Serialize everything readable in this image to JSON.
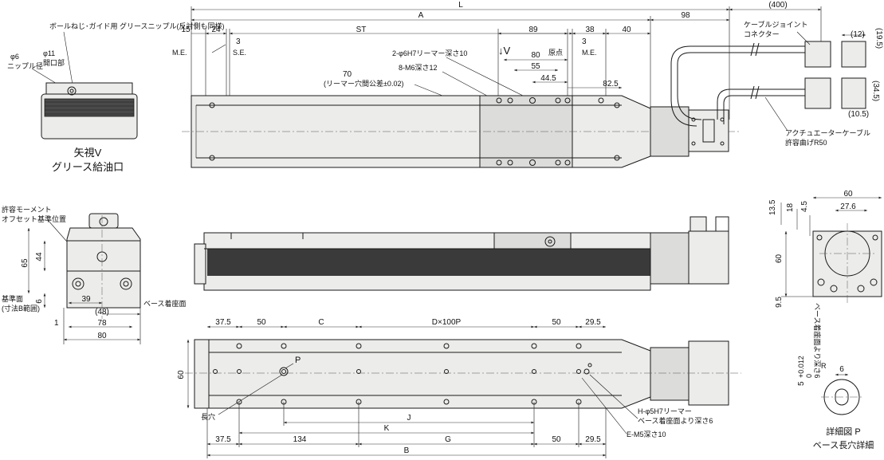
{
  "section_v": {
    "grease_label": "ボールねじ･ガイド用 グリースニップル(反対側も同様)",
    "phi6": "φ6",
    "nipple_dia": "ニップル径",
    "phi11": "φ11",
    "opening": "開口部",
    "title1": "矢視V",
    "title2": "グリース給油口"
  },
  "top_view": {
    "L": "L",
    "A": "A",
    "ST": "ST",
    "d15": "15",
    "d24": "24",
    "d3a": "3",
    "d89": "89",
    "d3b": "3",
    "d38": "38",
    "d40": "40",
    "d98": "98",
    "d400": "(400)",
    "ME1": "M.E.",
    "SE": "S.E.",
    "ME2": "M.E.",
    "origin": "原点",
    "arrowV": "↓V",
    "hole1": "2-φ6H7リーマー深さ10",
    "hole2": "8-M6深さ12",
    "d80": "80",
    "d55": "55",
    "d44_5": "44.5",
    "d82_5": "82.5",
    "reamer_tol1": "70",
    "reamer_tol2": "(リーマー穴間公差±0.02)",
    "cable_joint1": "ケーブルジョイント",
    "cable_joint2": "コネクター",
    "d12": "(12)",
    "d19_5": "(19.5)",
    "d34_5": "(34.5)",
    "d10_5": "(10.5)",
    "act_cable1": "アクチュエーターケーブル",
    "act_cable2": "許容曲げR50"
  },
  "end_view": {
    "moment1": "許容モーメント",
    "moment2": "オフセット基準位置",
    "d65": "65",
    "d44": "44",
    "d6": "6",
    "d39": "39",
    "d48": "(48)",
    "d78": "78",
    "d80": "80",
    "d1": "1",
    "ref1": "基準面",
    "ref2": "(寸法B範囲)",
    "base_surface": "ベース着座面"
  },
  "bottom_view": {
    "d37_5a": "37.5",
    "d50a": "50",
    "C": "C",
    "D100P": "D×100P",
    "d50b": "50",
    "d29_5a": "29.5",
    "d60": "60",
    "P": "P",
    "slot": "長穴",
    "H_hole1": "H-φ5H7リーマー",
    "H_hole2": "ベース着座面より深さ6",
    "E_hole": "E-M5深さ10",
    "J": "J",
    "K": "K",
    "d37_5b": "37.5",
    "d134": "134",
    "G": "G",
    "d50c": "50",
    "d29_5b": "29.5",
    "B": "B"
  },
  "motor_view": {
    "d60w": "60",
    "d27_6": "27.6",
    "d13_5": "13.5",
    "d18": "18",
    "d4_5": "4.5",
    "d60h": "60",
    "d9_5": "9.5"
  },
  "detail_p": {
    "depth": "ベース着座面より深さ6",
    "tol_main": "5",
    "tol_sup": "+0.012",
    "tol_sub": "0",
    "d6": "6",
    "R": "R",
    "title1": "詳細図 P",
    "title2": "ベース長穴詳細"
  }
}
